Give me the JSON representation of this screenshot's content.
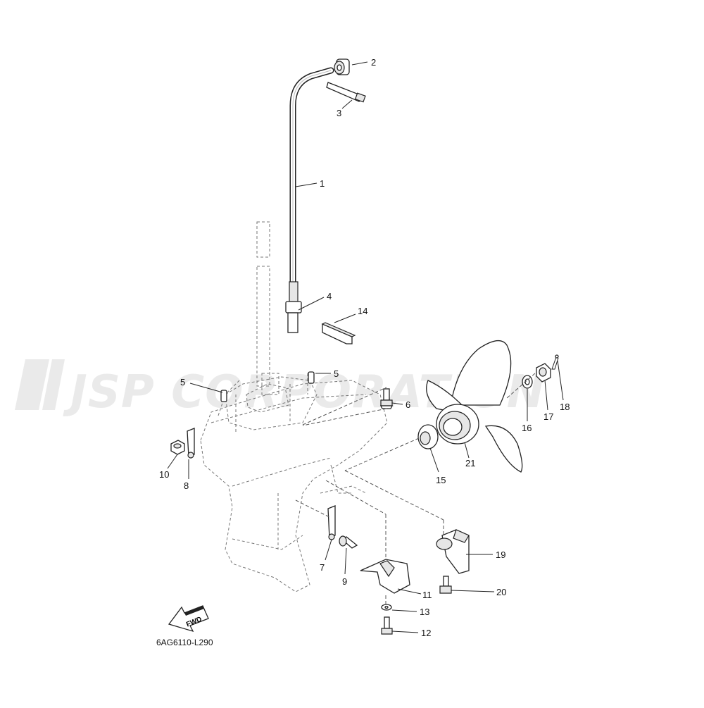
{
  "watermark": "JSP CORPORATION",
  "diagram_code": "6AG6110-L290",
  "fwd_label": "FWD",
  "callouts": {
    "c1": "1",
    "c2": "2",
    "c3": "3",
    "c4": "4",
    "c5a": "5",
    "c5b": "5",
    "c6": "6",
    "c7": "7",
    "c8": "8",
    "c9": "9",
    "c10": "10",
    "c11": "11",
    "c12": "12",
    "c13": "13",
    "c14": "14",
    "c15": "15",
    "c16": "16",
    "c17": "17",
    "c18": "18",
    "c19": "19",
    "c20": "20",
    "c21": "21"
  }
}
